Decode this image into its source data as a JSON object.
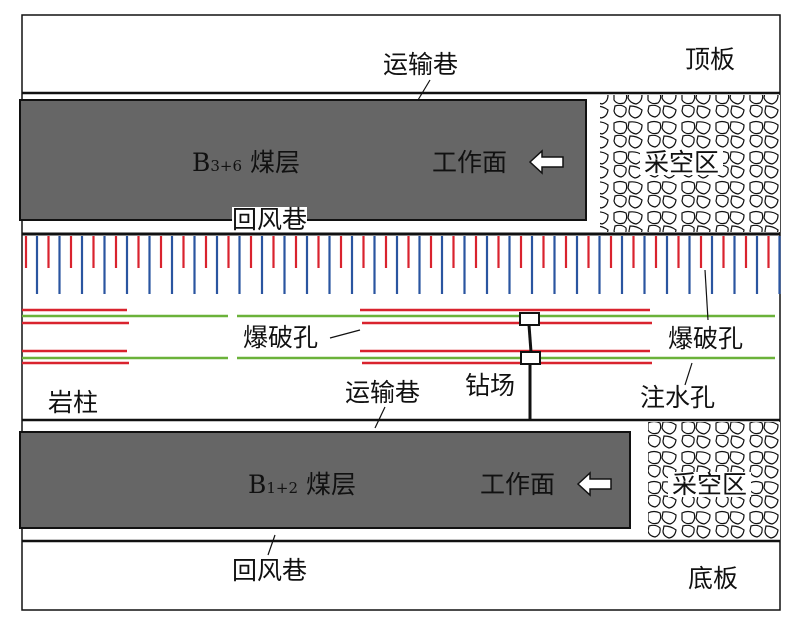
{
  "labels": {
    "roof": "顶板",
    "floor": "底板",
    "upper_transport": "运输巷",
    "upper_return": "回风巷",
    "lower_transport": "运输巷",
    "lower_return": "回风巷",
    "upper_seam_letter": "B",
    "upper_seam_sub": "3+6",
    "upper_seam_name": "煤层",
    "lower_seam_letter": "B",
    "lower_seam_sub": "1+2",
    "lower_seam_name": "煤层",
    "upper_face": "工作面",
    "lower_face": "工作面",
    "upper_goaf": "采空区",
    "lower_goaf": "采空区",
    "blast_hole_left": "爆破孔",
    "blast_hole_right": "爆破孔",
    "injection_hole": "注水孔",
    "drill_site": "钻场",
    "rock_pillar": "岩柱"
  },
  "colors": {
    "seam": "#666666",
    "blast": "#d9232e",
    "water": "#2a55a0",
    "injection": "#6bb23a"
  }
}
